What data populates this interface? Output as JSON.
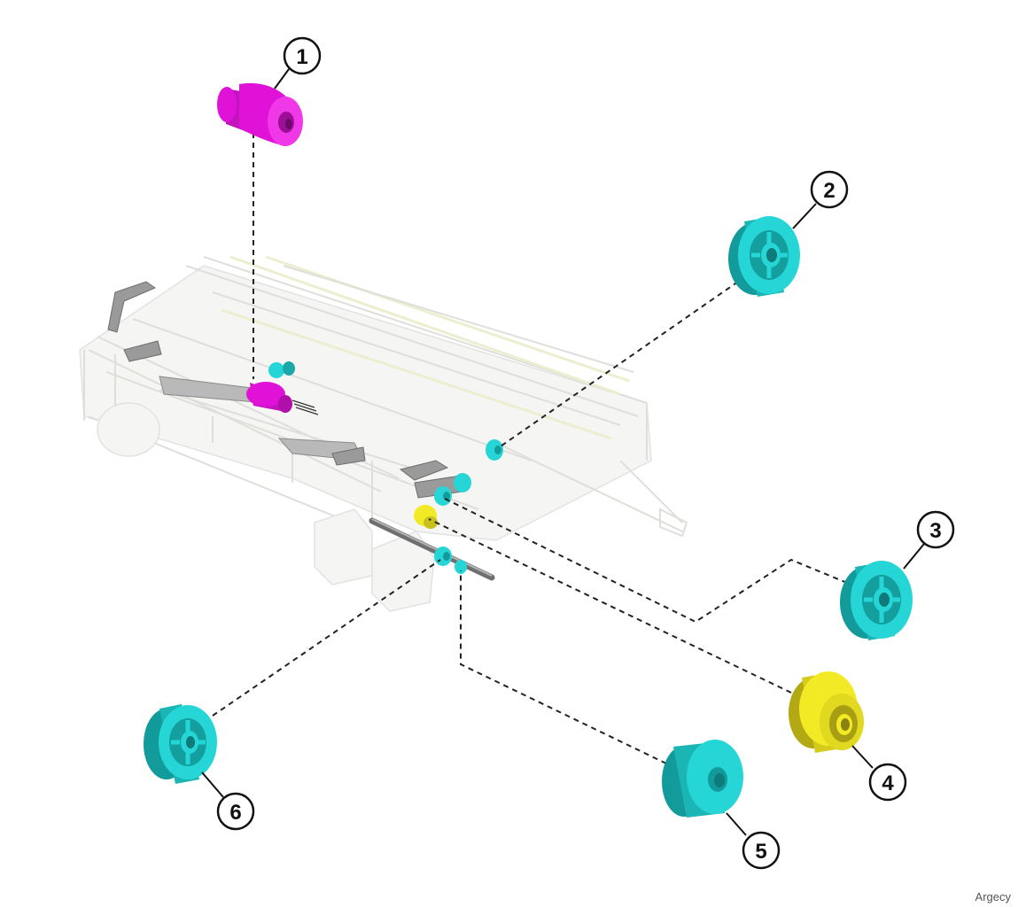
{
  "diagram": {
    "callouts": [
      {
        "id": "1",
        "label": "1"
      },
      {
        "id": "2",
        "label": "2"
      },
      {
        "id": "3",
        "label": "3"
      },
      {
        "id": "4",
        "label": "4"
      },
      {
        "id": "5",
        "label": "5"
      },
      {
        "id": "6",
        "label": "6"
      }
    ],
    "colors": {
      "magenta": "#e012d8",
      "magenta_dark": "#9b0f96",
      "cyan": "#26d6d6",
      "cyan_dark": "#139a9a",
      "yellow": "#f2ea24",
      "yellow_dark": "#b3a914"
    }
  },
  "watermark": "Argecy"
}
